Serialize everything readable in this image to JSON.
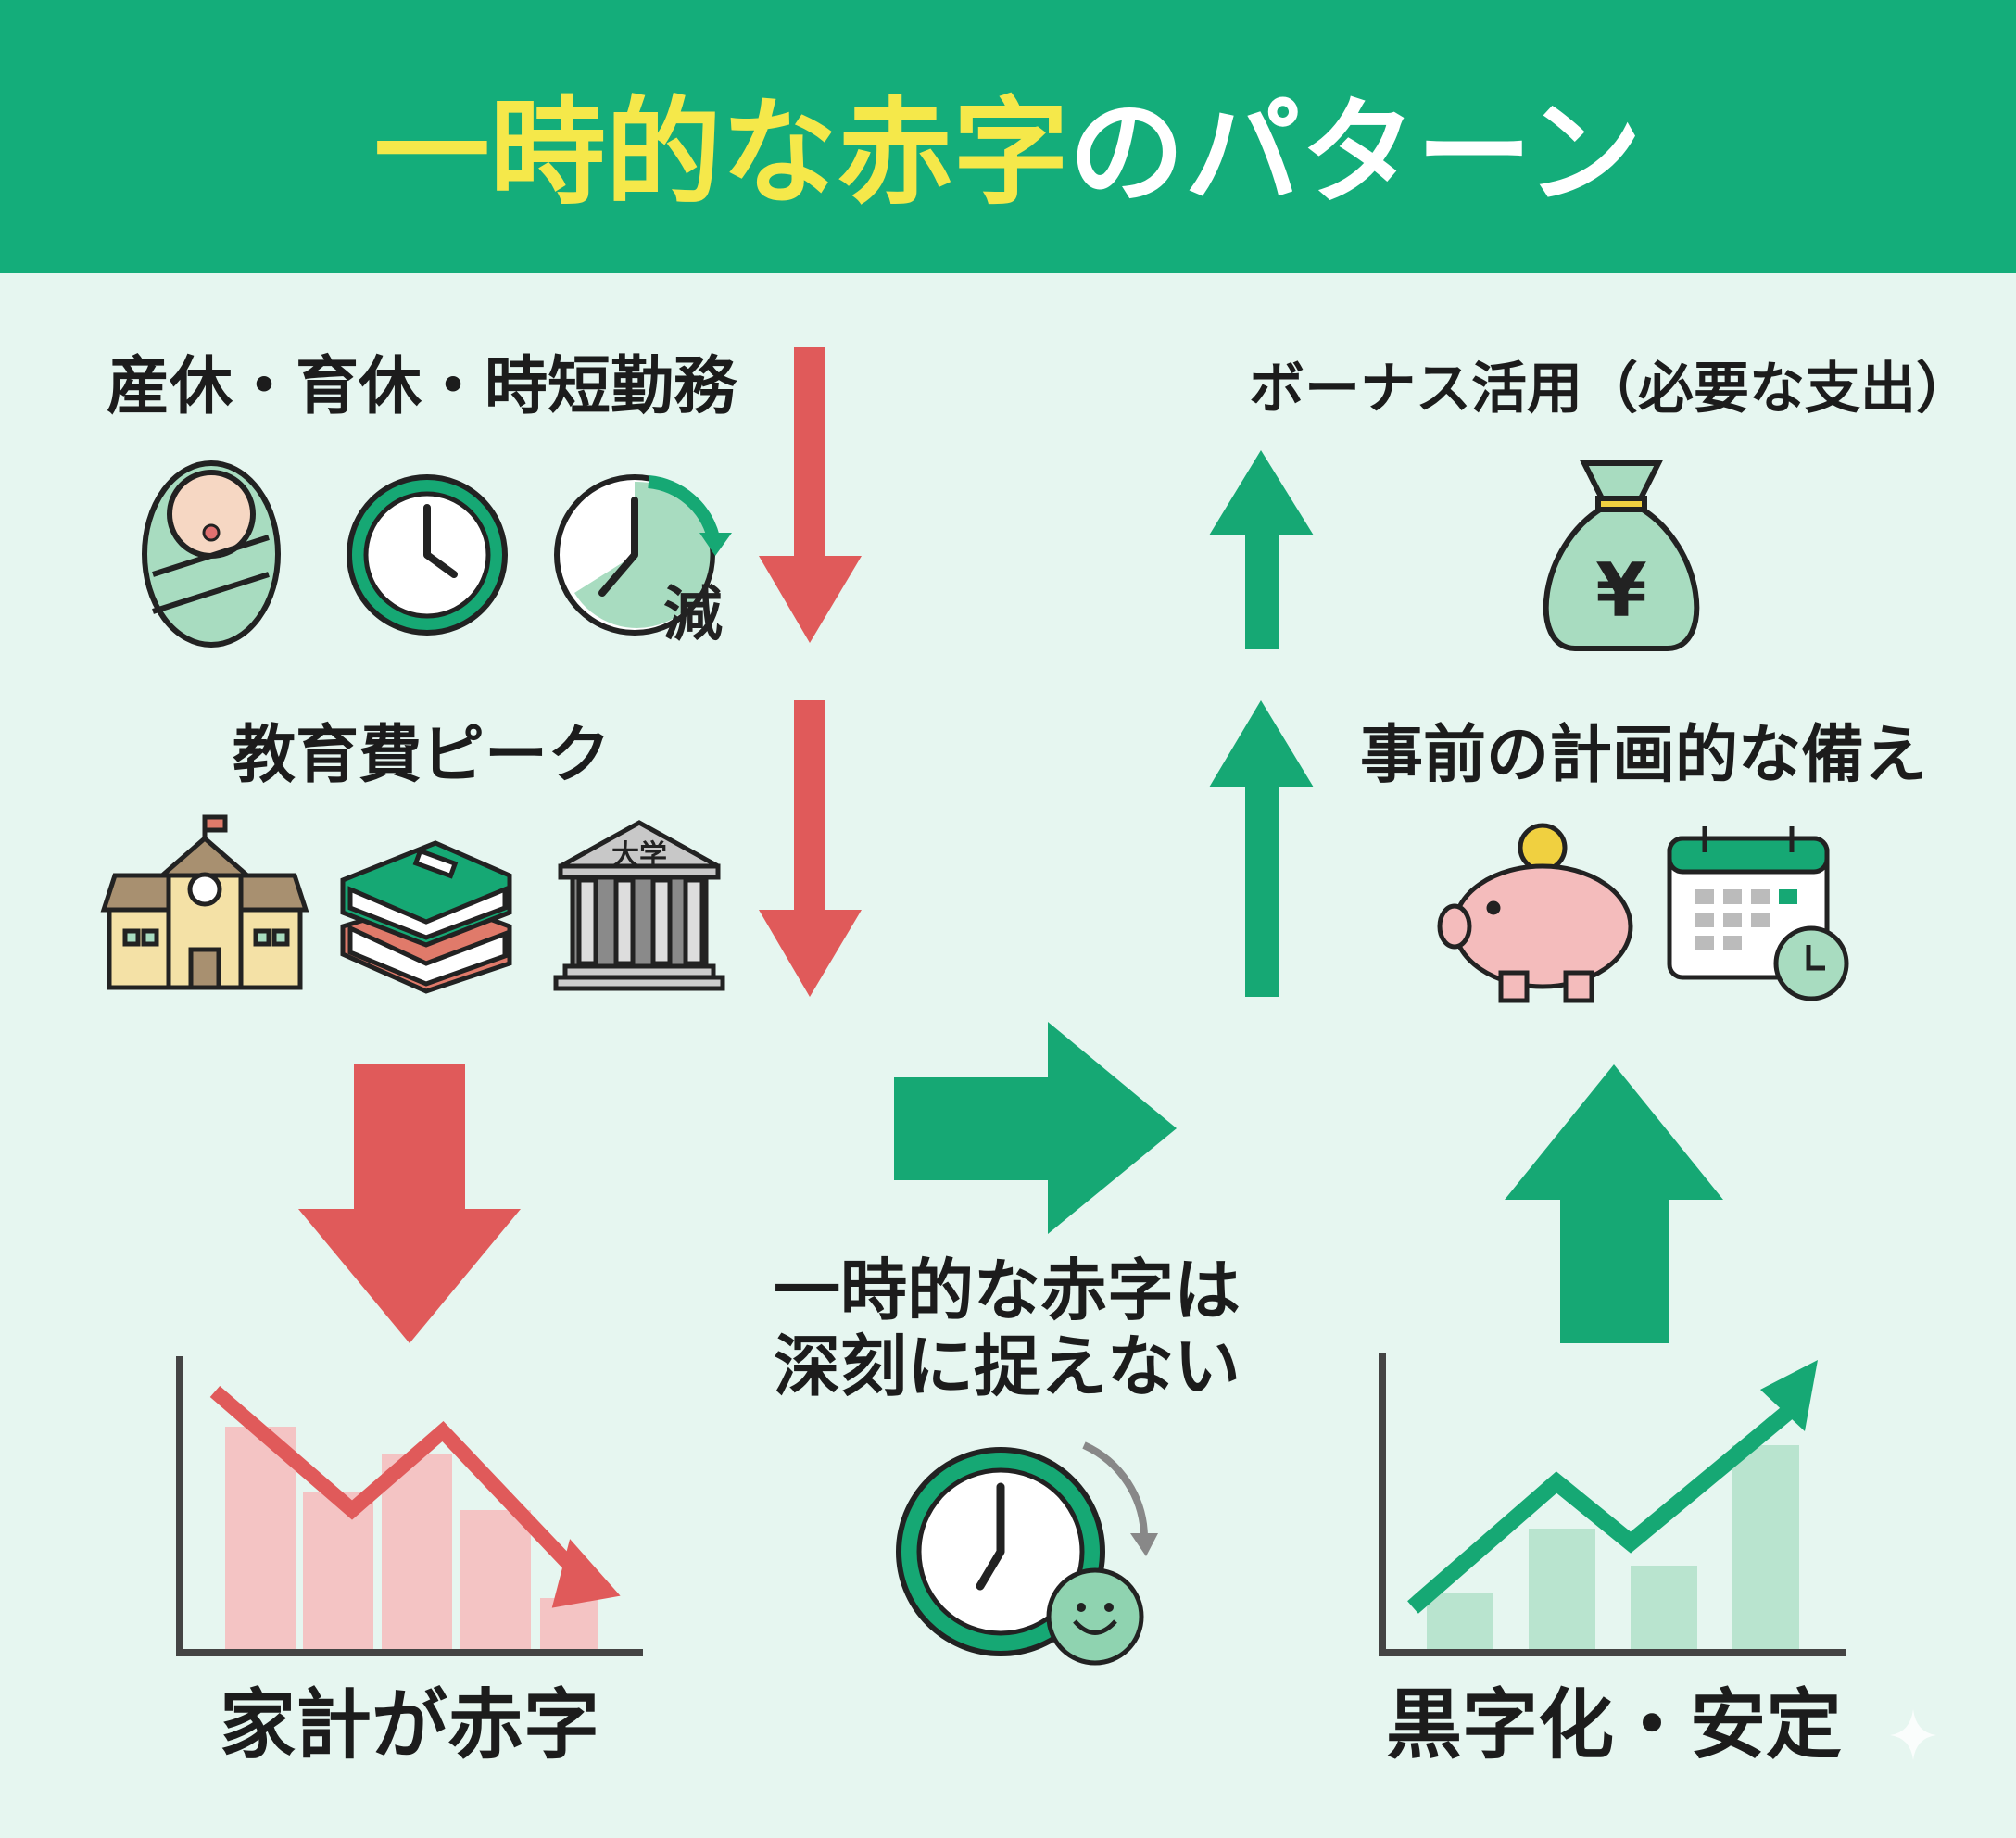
{
  "header": {
    "title_highlight": "一時的な赤字",
    "title_rest": "のパターン"
  },
  "left": {
    "cause1_label": "産休・育休・時短勤務",
    "reduce_badge": "減",
    "cause2_label": "教育費ピーク",
    "university_sign": "大学",
    "result_label": "家計が赤字"
  },
  "middle": {
    "message_line1": "一時的な赤字は",
    "message_line2": "深刻に捉えない"
  },
  "right": {
    "bonus_label": "ボーナス活用（必要な支出）",
    "yen_symbol": "¥",
    "prep_label": "事前の計画的な備え",
    "result_label": "黒字化・安定"
  },
  "colors": {
    "header": "#14ad7a",
    "background": "#e6f6f0",
    "red": "#e05a5a",
    "green": "#16a874",
    "yellow": "#f5e84a"
  }
}
